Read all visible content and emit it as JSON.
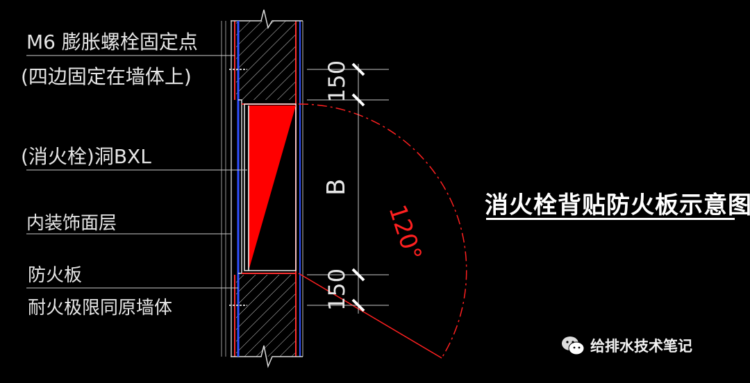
{
  "labels": {
    "bolt_line1": "M6 膨胀螺栓固定点",
    "bolt_line2": "(四边固定在墙体上)",
    "hydrant_hole": "(消火栓)洞BXL",
    "finish_layer": "内装饰面层",
    "fire_board": "防火板",
    "fire_rating": "耐火极限同原墙体"
  },
  "dimensions": {
    "top": "150",
    "middle": "B",
    "bottom": "150",
    "door_angle": "120°"
  },
  "title": "消火栓背贴防火板示意图",
  "watermark": {
    "text": "给排水技术笔记",
    "icon": "wechat-icon"
  },
  "colors": {
    "background": "#000000",
    "wall_outline": "#ff3030",
    "board": "#3050ff",
    "hydrant_fill": "#ff0000",
    "door_arc": "#ff2020",
    "text": "#e6e6e6"
  }
}
